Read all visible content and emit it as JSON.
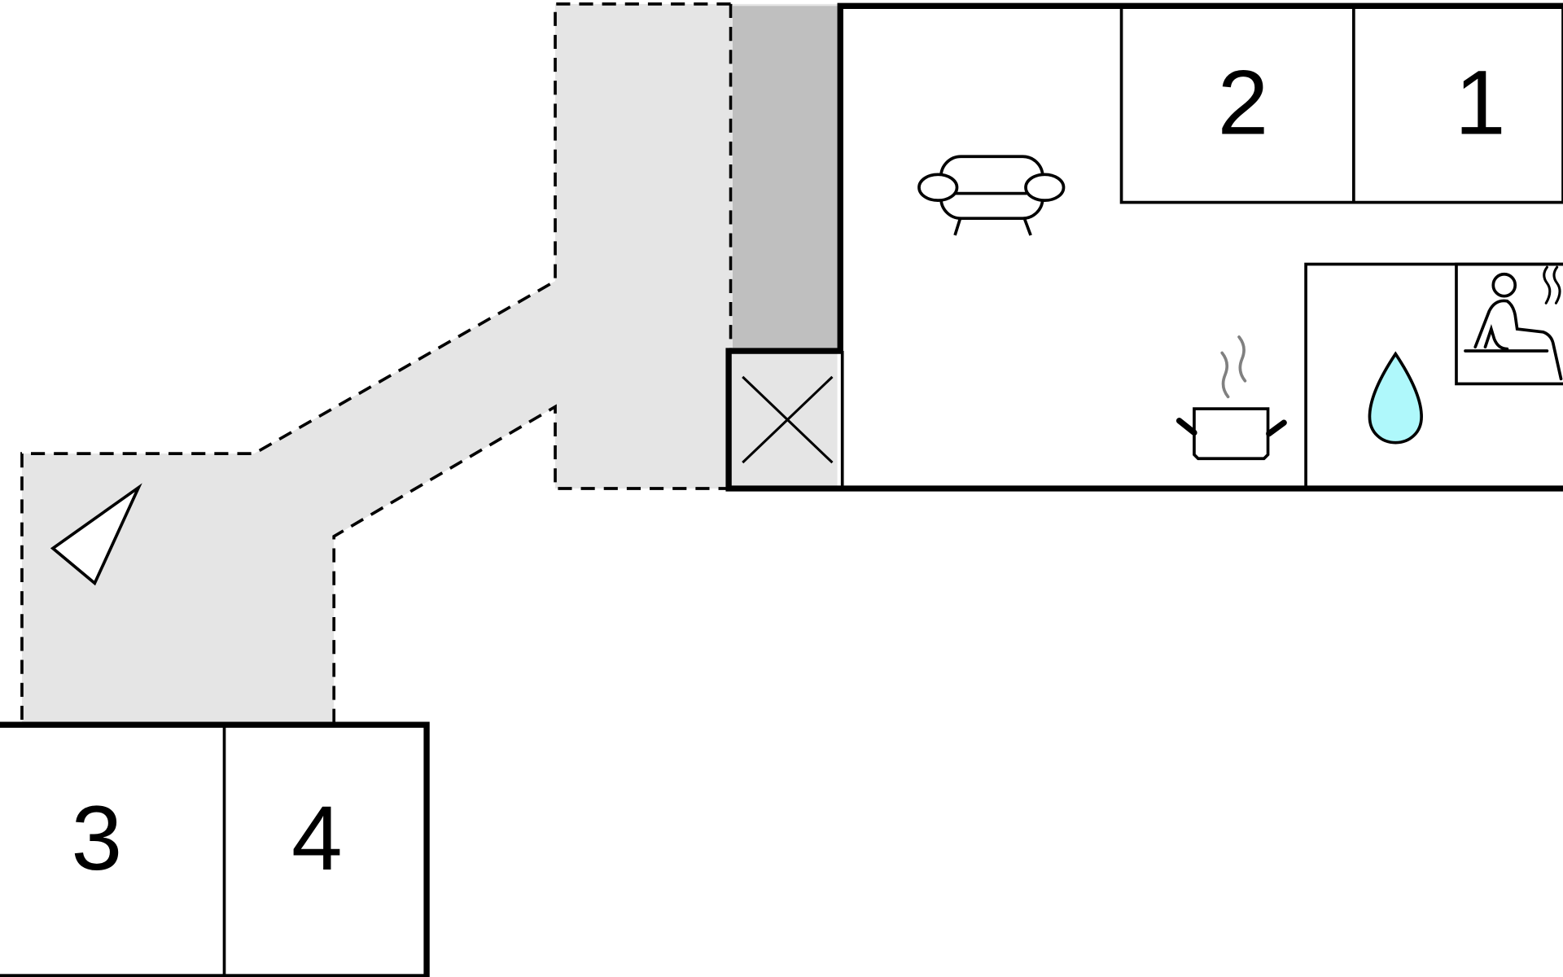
{
  "floor_plan": {
    "rooms": [
      {
        "id": "bedroom-2",
        "label": "2"
      },
      {
        "id": "bedroom-1",
        "label": "1"
      },
      {
        "id": "bedroom-3",
        "label": "3"
      },
      {
        "id": "bedroom-4",
        "label": "4"
      }
    ],
    "icons": [
      "sofa-icon",
      "cooking-pot-icon",
      "water-drop-icon",
      "sauna-icon",
      "compass-north-icon",
      "crossed-box-icon"
    ],
    "colors": {
      "terrace": "#e5e5e5",
      "covered_area": "#bfbfbf",
      "water_drop": "#aff8fb",
      "steam": "#808080",
      "wall": "#000000"
    }
  }
}
